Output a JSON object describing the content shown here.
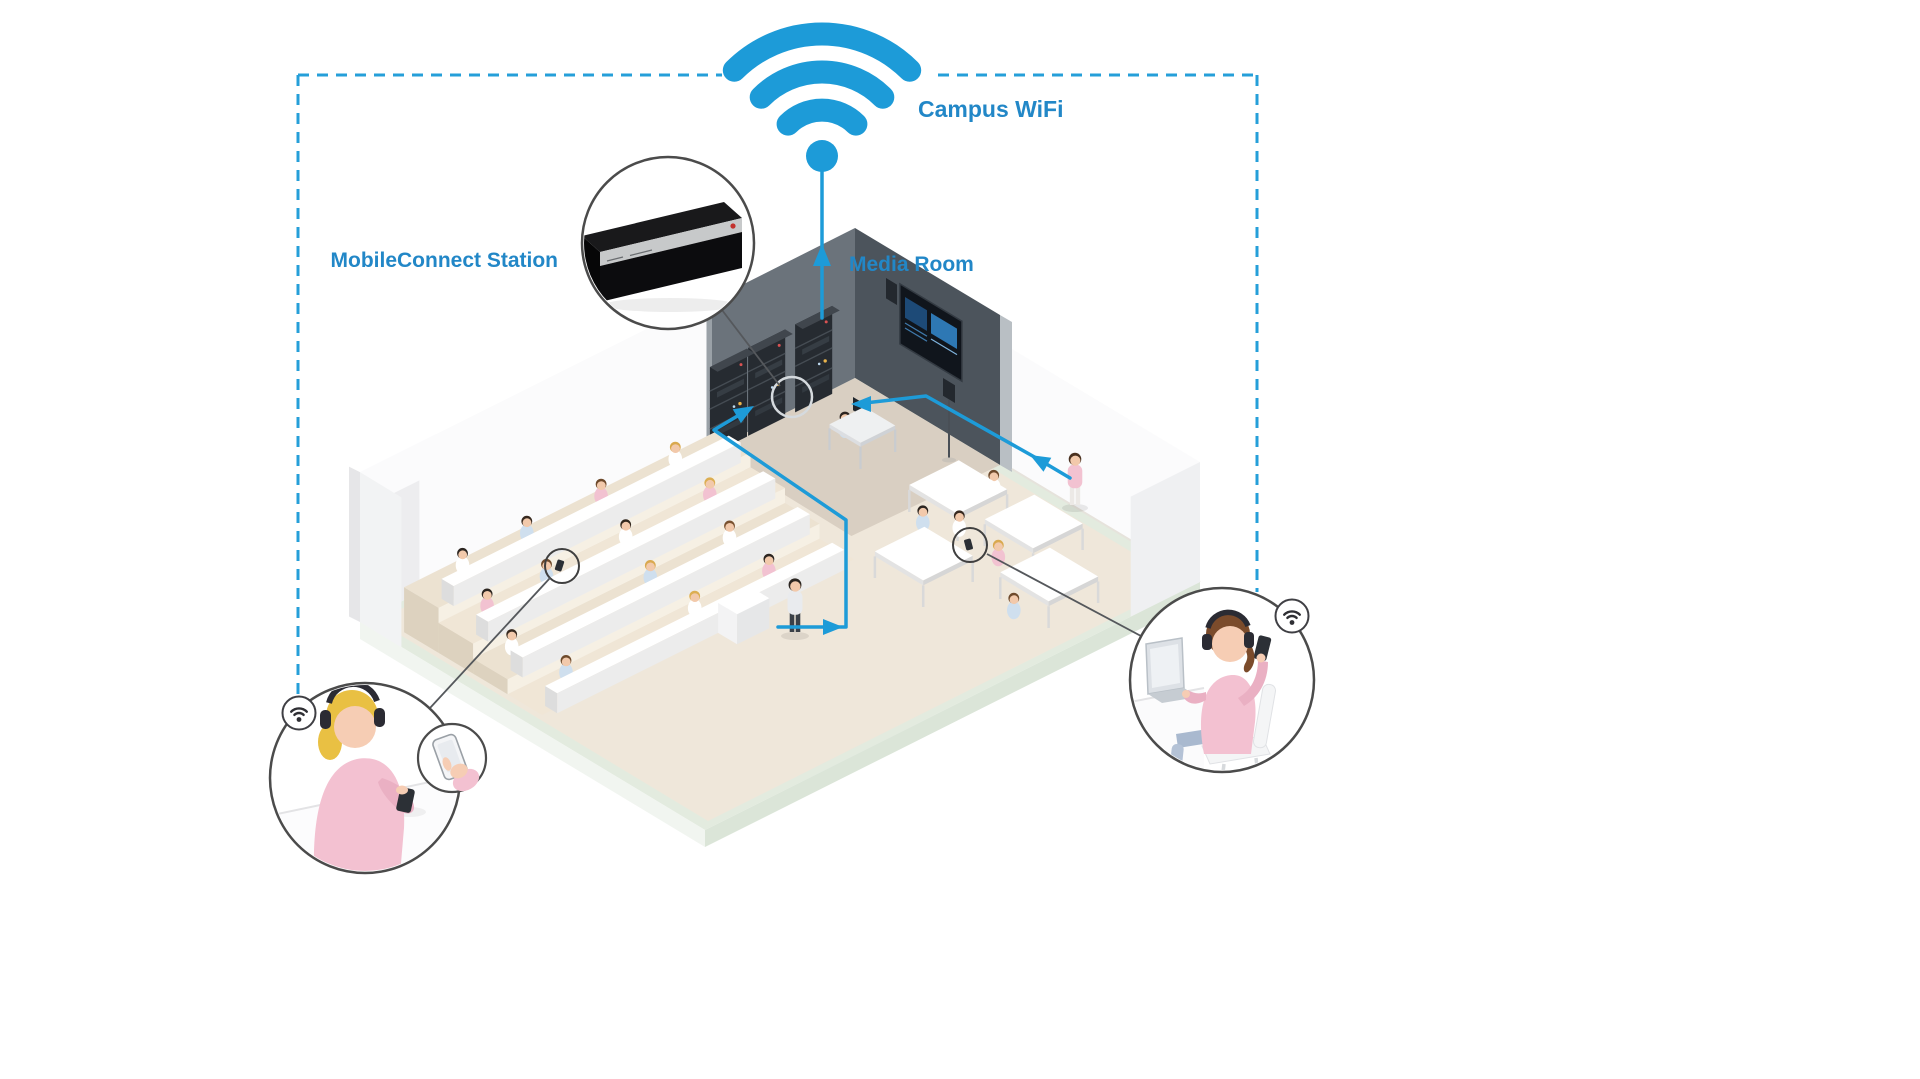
{
  "labels": {
    "campus_wifi": "Campus WiFi",
    "mobileconnect_station": "MobileConnect Station",
    "media_room": "Media Room"
  },
  "colors": {
    "accent_blue": "#1d9bd8",
    "label_blue": "#2287c7",
    "outline_dark": "#4b4b4b",
    "wall_dark": "#4c545c",
    "wall_gray": "#6b737b",
    "base_green": "#e3ebdf",
    "floor_beige": "#efe7da"
  },
  "icons": {
    "campus_wifi_icon": "wifi-arcs-large",
    "wifi_badge_icon": "wifi-arcs-small",
    "station_device": "black-rack-unit-with-red-led"
  }
}
